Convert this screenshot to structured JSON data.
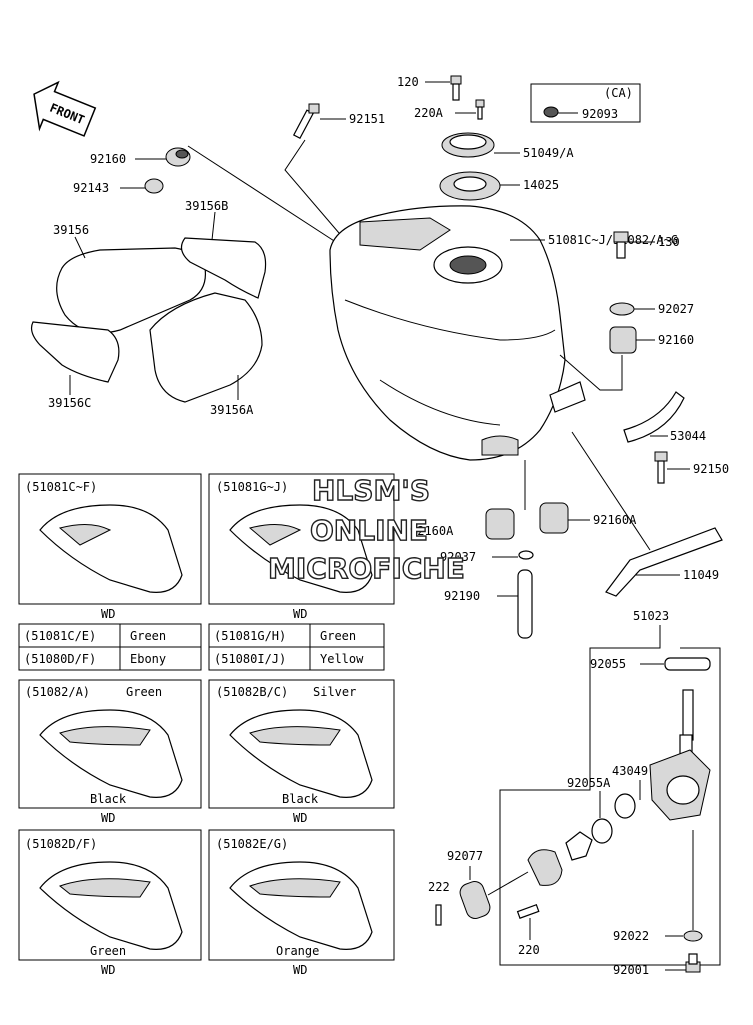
{
  "front_arrow": "FRONT",
  "callouts": {
    "c120": "120",
    "c220A": "220A",
    "c92151": "92151",
    "c51049A": "51049/A",
    "c14025": "14025",
    "c92160_top": "92160",
    "c92143": "92143",
    "c39156": "39156",
    "c39156B": "39156B",
    "c39156C": "39156C",
    "c39156A": "39156A",
    "c51081": "51081C~J/51082/A~G",
    "c130": "130",
    "c92027": "92027",
    "c92160_right": "92160",
    "c53044": "53044",
    "c92150": "92150",
    "c92160A_left": "92160A",
    "c92160A_right": "92160A",
    "c92037": "92037",
    "c11049": "11049",
    "c92190": "92190",
    "c51023": "51023",
    "c92055": "92055",
    "c43049": "43049",
    "c92055A": "92055A",
    "c92077": "92077",
    "c222": "222",
    "c220": "220",
    "c92022": "92022",
    "c92001": "92001"
  },
  "ca_box": {
    "title": "(CA)",
    "part": "92093"
  },
  "watermark": {
    "line1": "HLSM'S",
    "line2": "ONLINE",
    "line3": "MICROFICHE"
  },
  "panels": [
    {
      "title": "(51081C~F)",
      "inner_label": "",
      "footer": "WD"
    },
    {
      "title": "(51081G~J)",
      "inner_label": "",
      "footer": "WD"
    },
    {
      "title": "(51082/A)",
      "title_right": "Green",
      "inner_label": "Black",
      "footer": "WD"
    },
    {
      "title": "(51082B/C)",
      "title_right": "Silver",
      "inner_label": "Black",
      "footer": "WD"
    },
    {
      "title": "(51082D/F)",
      "inner_label": "Green",
      "footer": "WD"
    },
    {
      "title": "(51082E/G)",
      "inner_label": "Orange",
      "footer": "WD"
    }
  ],
  "color_tables": [
    {
      "rows": [
        [
          "(51081C/E)",
          "Green"
        ],
        [
          "(51080D/F)",
          "Ebony"
        ]
      ]
    },
    {
      "rows": [
        [
          "(51081G/H)",
          "Green"
        ],
        [
          "(51080I/J)",
          "Yellow"
        ]
      ]
    }
  ]
}
